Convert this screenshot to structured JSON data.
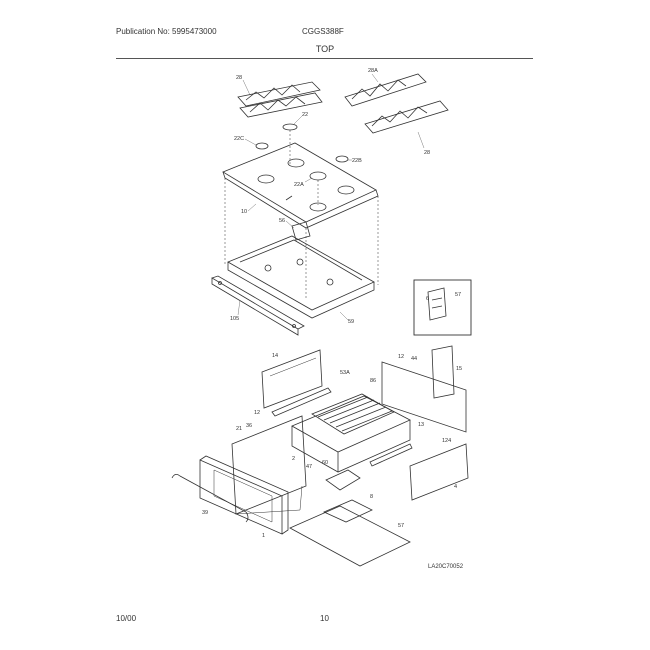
{
  "header": {
    "publication": "Publication No: 5995473000",
    "model": "CGGS388F",
    "section_title": "TOP"
  },
  "footer": {
    "date": "10/00",
    "page_number": "10"
  },
  "diagram": {
    "code": "LA20C70052",
    "part_labels": {
      "grate_left": "28",
      "grate_right_top": "28A",
      "grate_right_bottom": "28",
      "burner_cap": "22",
      "cap_left": "22C",
      "cap_right": "22B",
      "cap_center": "22A",
      "cooktop": "10",
      "bracket": "56",
      "front_rail": "105",
      "burner_box": "59",
      "inset_left": "6",
      "inset_right": "57",
      "side_panel_left": "14",
      "part_53a": "53A",
      "part_12": "12",
      "rack": "86",
      "back_left": "12",
      "back_right": "44",
      "back_panel": "15",
      "part_21": "21",
      "part_36": "36",
      "part_13": "13",
      "part_124": "124",
      "part_2": "2",
      "part_47": "47",
      "part_60": "60",
      "part_8": "8",
      "part_4": "4",
      "handle": "39",
      "door": "1",
      "bottom_panel": "57"
    }
  }
}
